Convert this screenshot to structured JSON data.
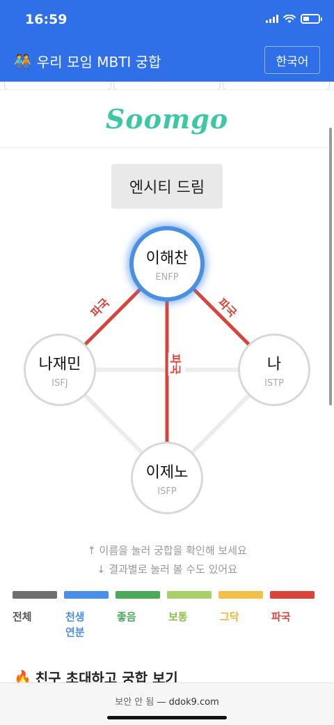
{
  "status": {
    "time": "16:59"
  },
  "header": {
    "icon": "people-holding-hands-icon",
    "emoji": "🧑‍🤝‍🧑",
    "title": "우리 모임 MBTI 궁합",
    "lang_button": "한국어"
  },
  "ad": {
    "brand": "Soomgo"
  },
  "group": {
    "name": "엔시티 드림"
  },
  "nodes": [
    {
      "name": "이해찬",
      "type": "ENFP",
      "selected": true
    },
    {
      "name": "나재민",
      "type": "ISFJ",
      "selected": false
    },
    {
      "name": "나",
      "type": "ISTP",
      "selected": false
    },
    {
      "name": "이제노",
      "type": "ISFP",
      "selected": false
    }
  ],
  "edges": [
    {
      "from": "이해찬",
      "to": "나재민",
      "label": "파국"
    },
    {
      "from": "이해찬",
      "to": "나",
      "label": "파국"
    },
    {
      "from": "이해찬",
      "to": "이제노",
      "label": "파국"
    },
    {
      "from": "나재민",
      "to": "나",
      "label": ""
    },
    {
      "from": "나재민",
      "to": "이제노",
      "label": ""
    },
    {
      "from": "나",
      "to": "이제노",
      "label": ""
    }
  ],
  "hints": {
    "line1": "↑ 이름을 눌러 궁합을 확인해 보세요",
    "line2": "↓ 결과별로 눌러 볼 수도 있어요"
  },
  "legend": [
    {
      "label": "전체",
      "color": "#6e6e6e"
    },
    {
      "label": "천생 연분",
      "color": "#4a8ee8"
    },
    {
      "label": "좋음",
      "color": "#4aaa5a"
    },
    {
      "label": "보통",
      "color": "#a9cf69"
    },
    {
      "label": "그닥",
      "color": "#f2bf4a"
    },
    {
      "label": "파국",
      "color": "#d9443a"
    }
  ],
  "invite": {
    "icon": "fire-icon",
    "emoji": "🔥",
    "text": "친구 초대하고 궁합 보기"
  },
  "url": {
    "security": "보안 안 됨",
    "sep": " — ",
    "domain": "ddok9.com"
  },
  "colors": {
    "primary": "#2f6fe8",
    "pakuk": "#d9443a",
    "neutral_edge": "#ececec"
  }
}
